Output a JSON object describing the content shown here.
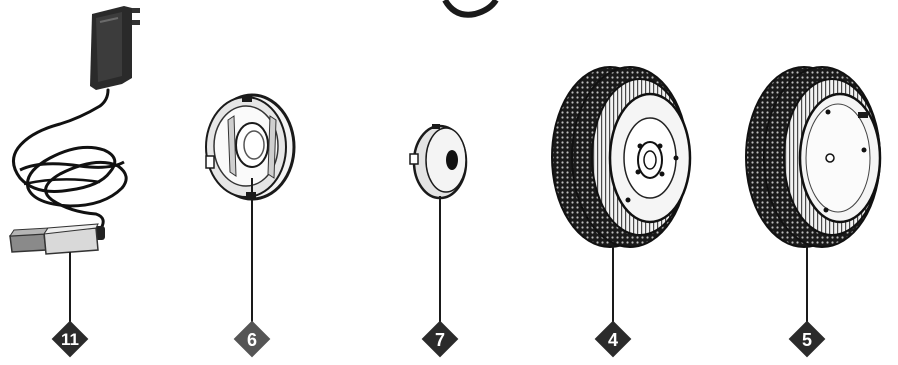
{
  "parts": [
    {
      "id": "charger",
      "label": "11",
      "badge_color": "#2b2b2b"
    },
    {
      "id": "wheel-hub-cap",
      "label": "6",
      "badge_color": "#555555"
    },
    {
      "id": "small-hub-cap",
      "label": "7",
      "badge_color": "#2b2b2b"
    },
    {
      "id": "drive-wheel",
      "label": "4",
      "badge_color": "#2b2b2b"
    },
    {
      "id": "rear-wheel",
      "label": "5",
      "badge_color": "#2b2b2b"
    }
  ]
}
